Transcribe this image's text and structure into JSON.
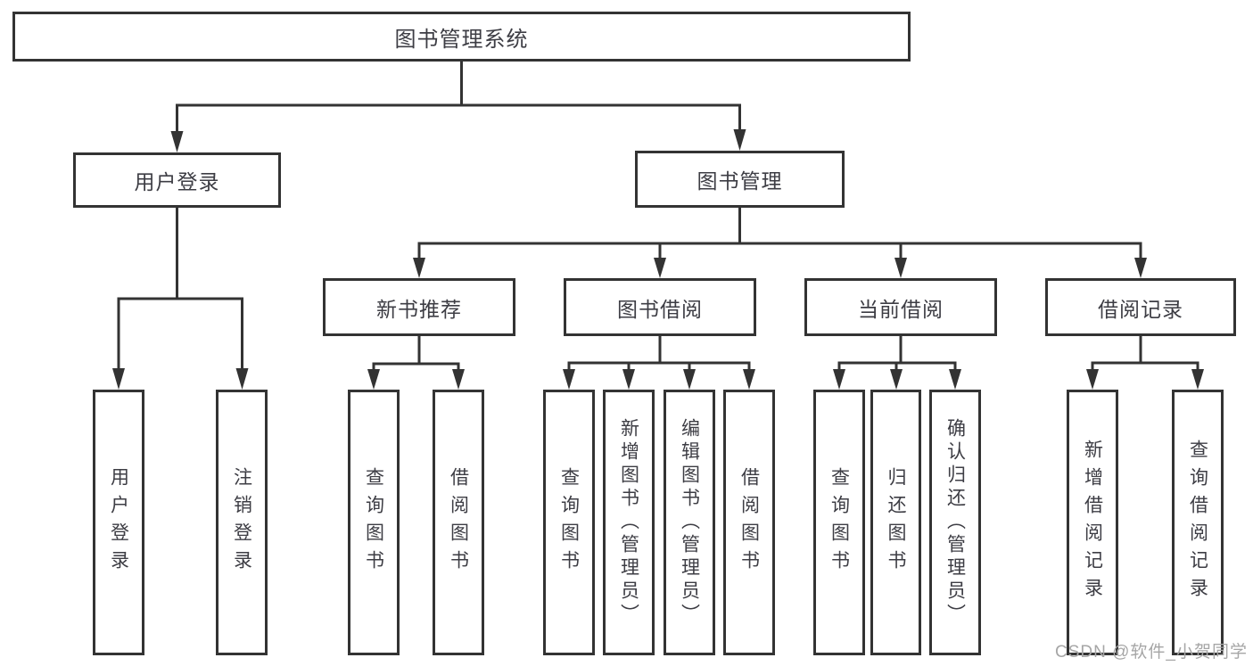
{
  "nodes": {
    "root": "图书管理系统",
    "user_login": "用户登录",
    "book_mgmt": "图书管理",
    "new_book_rec": "新书推荐",
    "book_borrow": "图书借阅",
    "current_borrow": "当前借阅",
    "borrow_records": "借阅记录",
    "leaf_user_login": "用户登录",
    "leaf_logout": "注销登录",
    "leaf_rec_query_books": "查询图书",
    "leaf_rec_borrow_books": "借阅图书",
    "leaf_bb_query_books": "查询图书",
    "leaf_bb_add_books": "新增图书（管理员）",
    "leaf_bb_edit_books": "编辑图书（管理员）",
    "leaf_bb_borrow_books": "借阅图书",
    "leaf_cb_query_books": "查询图书",
    "leaf_cb_return_books": "归还图书",
    "leaf_cb_confirm_return": "确认归还（管理员）",
    "leaf_br_add_record": "新增借阅记录",
    "leaf_br_query_record": "查询借阅记录"
  },
  "watermark": "CSDN @软件_小贺同学",
  "colors": {
    "line": "#333333",
    "text": "#3d3d44",
    "watermark": "#a6a6a6",
    "background": "#ffffff"
  }
}
